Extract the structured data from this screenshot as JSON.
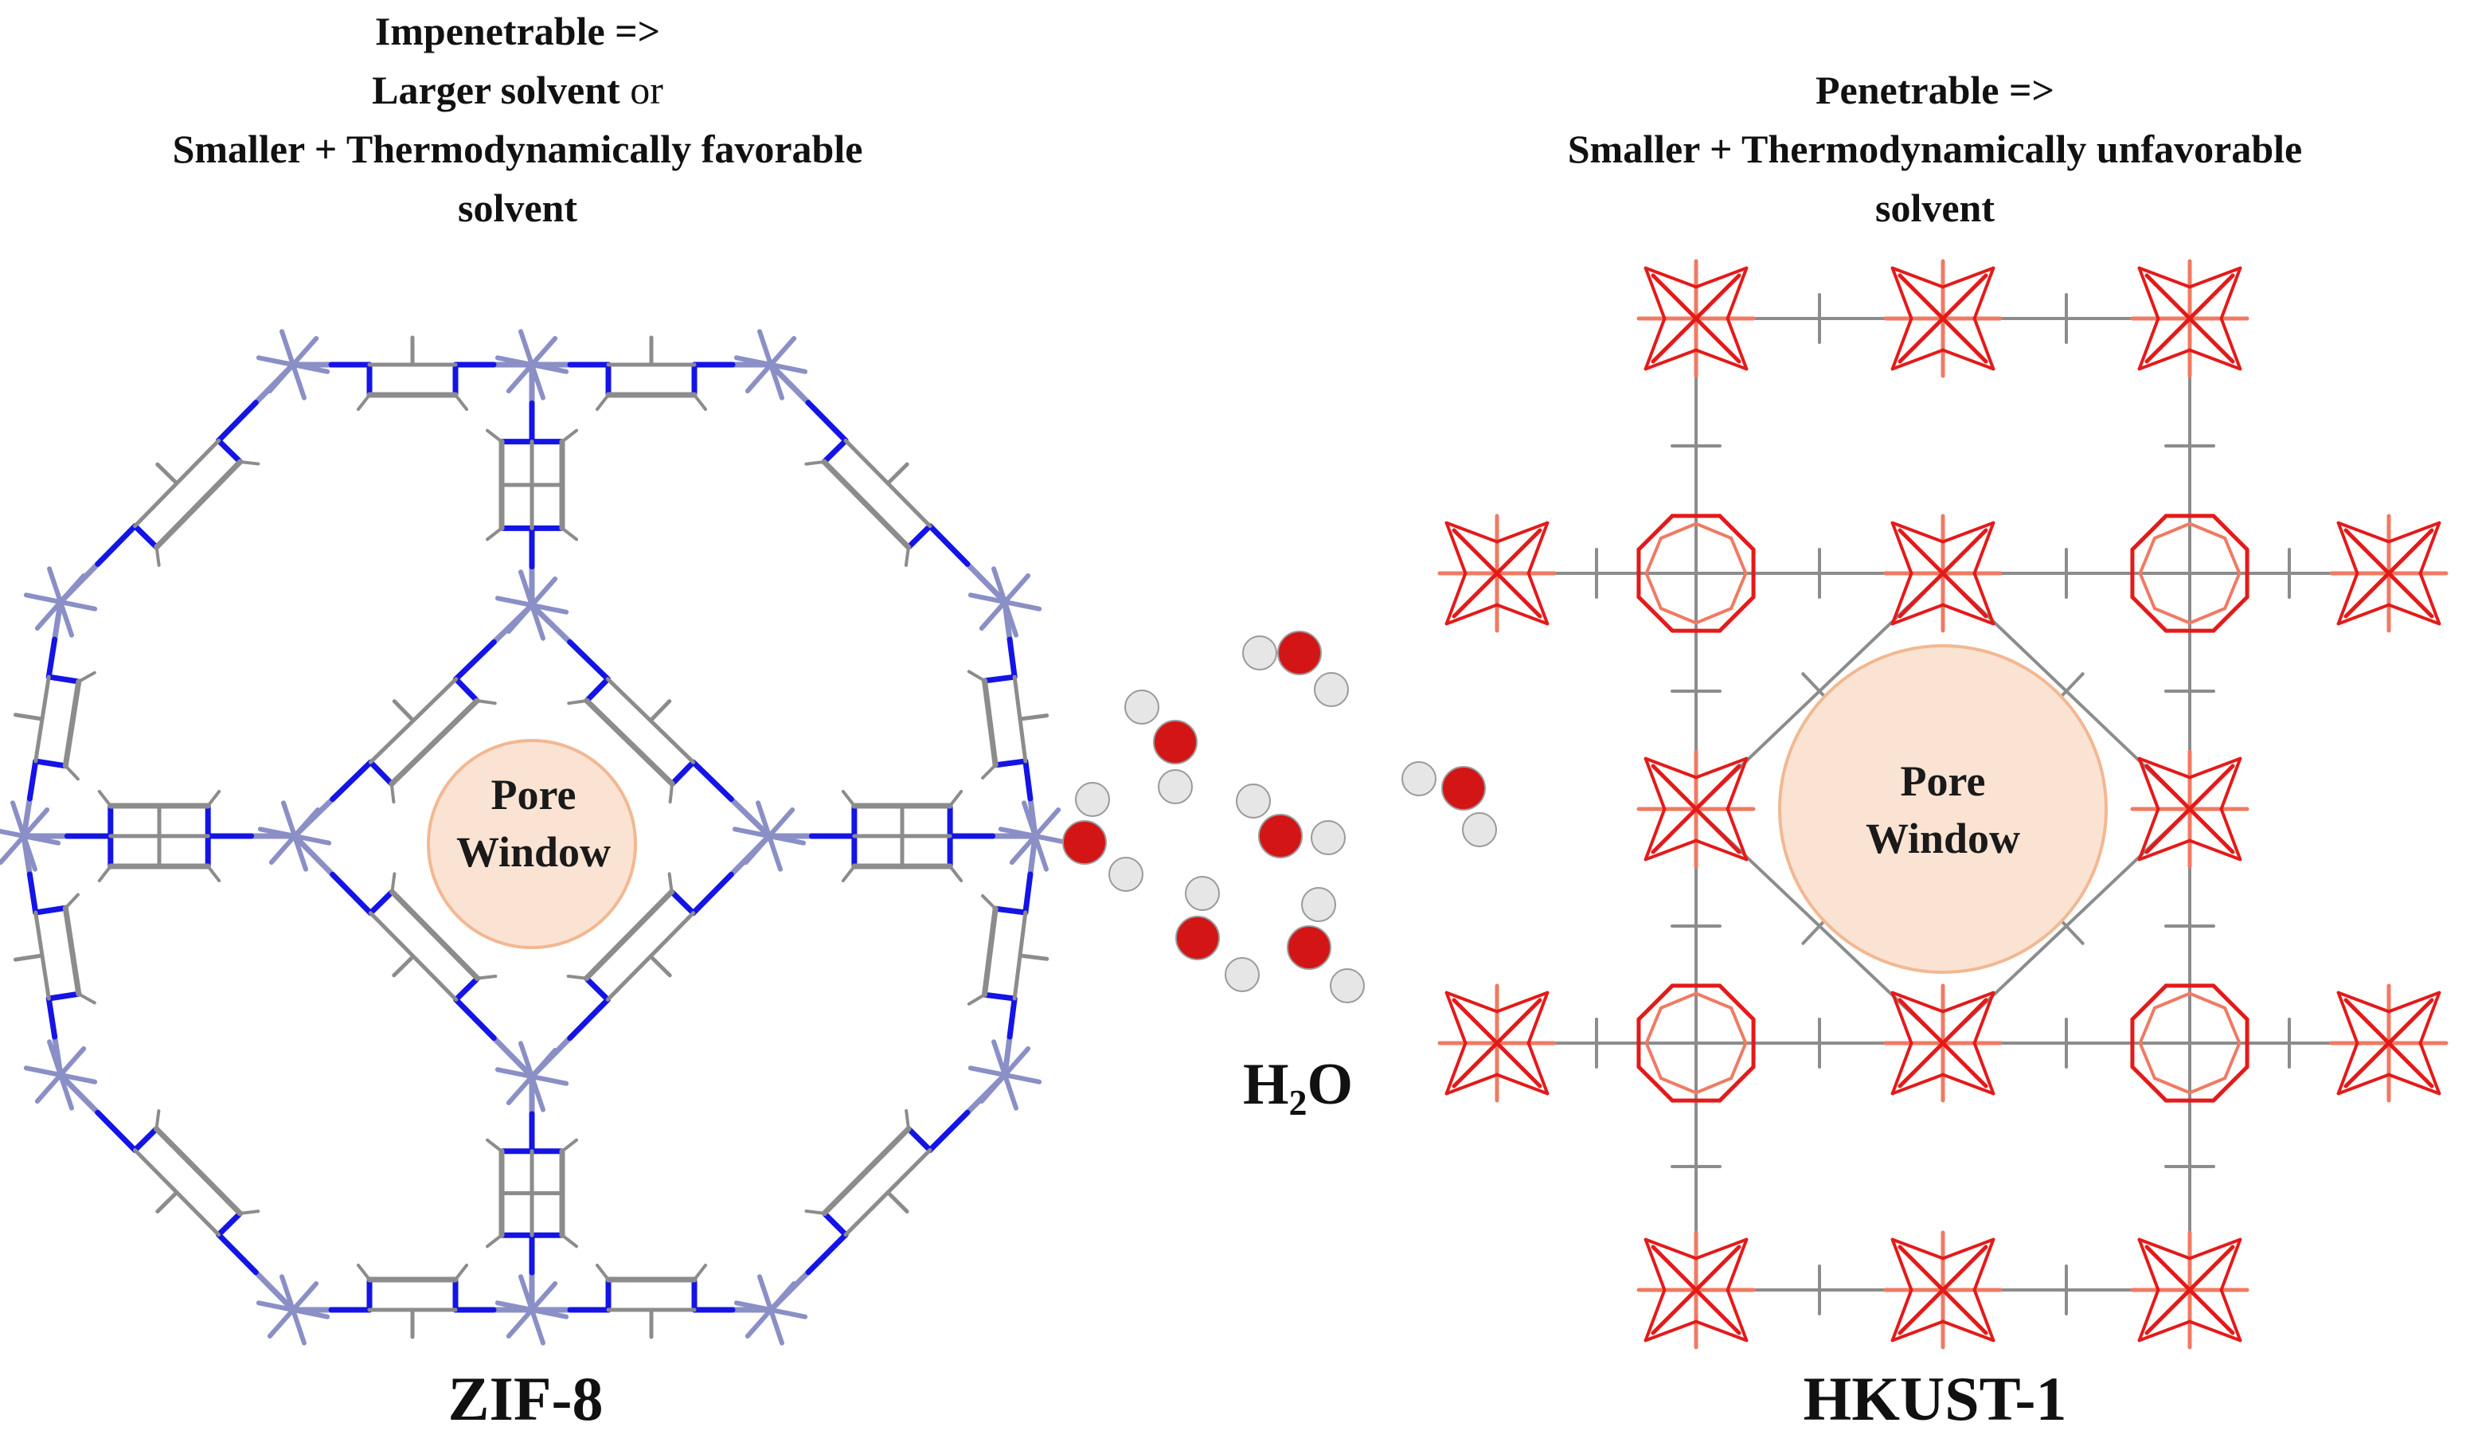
{
  "left_heading": {
    "line1": "Impenetrable =>",
    "line2_bold": "Larger solvent",
    "line2_normal": " or",
    "line3": "Smaller + Thermodynamically favorable",
    "line4": "solvent"
  },
  "right_heading": {
    "line1": "Penetrable =>",
    "line2": "Smaller + Thermodynamically unfavorable",
    "line3": "solvent"
  },
  "left_framework": {
    "name": "ZIF-8",
    "pore_line1": "Pore",
    "pore_line2": "Window",
    "metal_color": "#8a8fc6",
    "linker_n_color": "#1414e6",
    "linker_c_color": "#8c8c8c"
  },
  "right_framework": {
    "name": "HKUST-1",
    "pore_line1": "Pore",
    "pore_line2": "Window",
    "oxygen_color": "#e41a1a",
    "copper_color": "#f07a62",
    "carbon_color": "#8c8c8c"
  },
  "solvent": {
    "label_main": "H",
    "label_sub": "2",
    "label_end": "O",
    "oxygen_color": "#d41515",
    "hydrogen_color": "#e6e6e6",
    "pore_color": "#fbe3d3"
  }
}
